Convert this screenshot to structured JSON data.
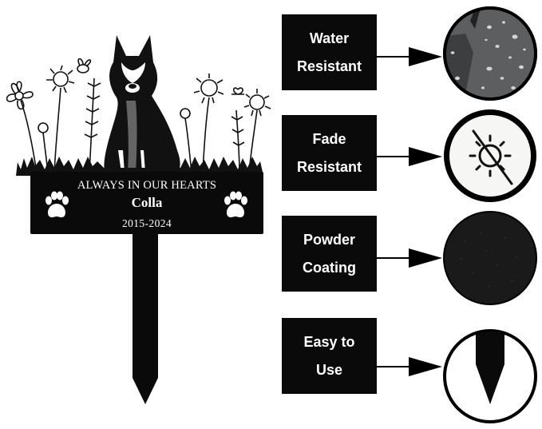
{
  "plaque": {
    "line1": "ALWAYS IN OUR HEARTS",
    "name": "Colla",
    "years": "2015-2024"
  },
  "features": [
    {
      "line1": "Water",
      "line2": "Resistant",
      "icon": "water-droplets-icon"
    },
    {
      "line1": "Fade",
      "line2": "Resistant",
      "icon": "no-sun-icon"
    },
    {
      "line1": "Powder",
      "line2": "Coating",
      "icon": "powder-texture-icon"
    },
    {
      "line1": "Easy to",
      "line2": "Use",
      "icon": "stake-tip-icon"
    }
  ],
  "colors": {
    "metal": "#0a0a0a",
    "background": "#ffffff"
  }
}
